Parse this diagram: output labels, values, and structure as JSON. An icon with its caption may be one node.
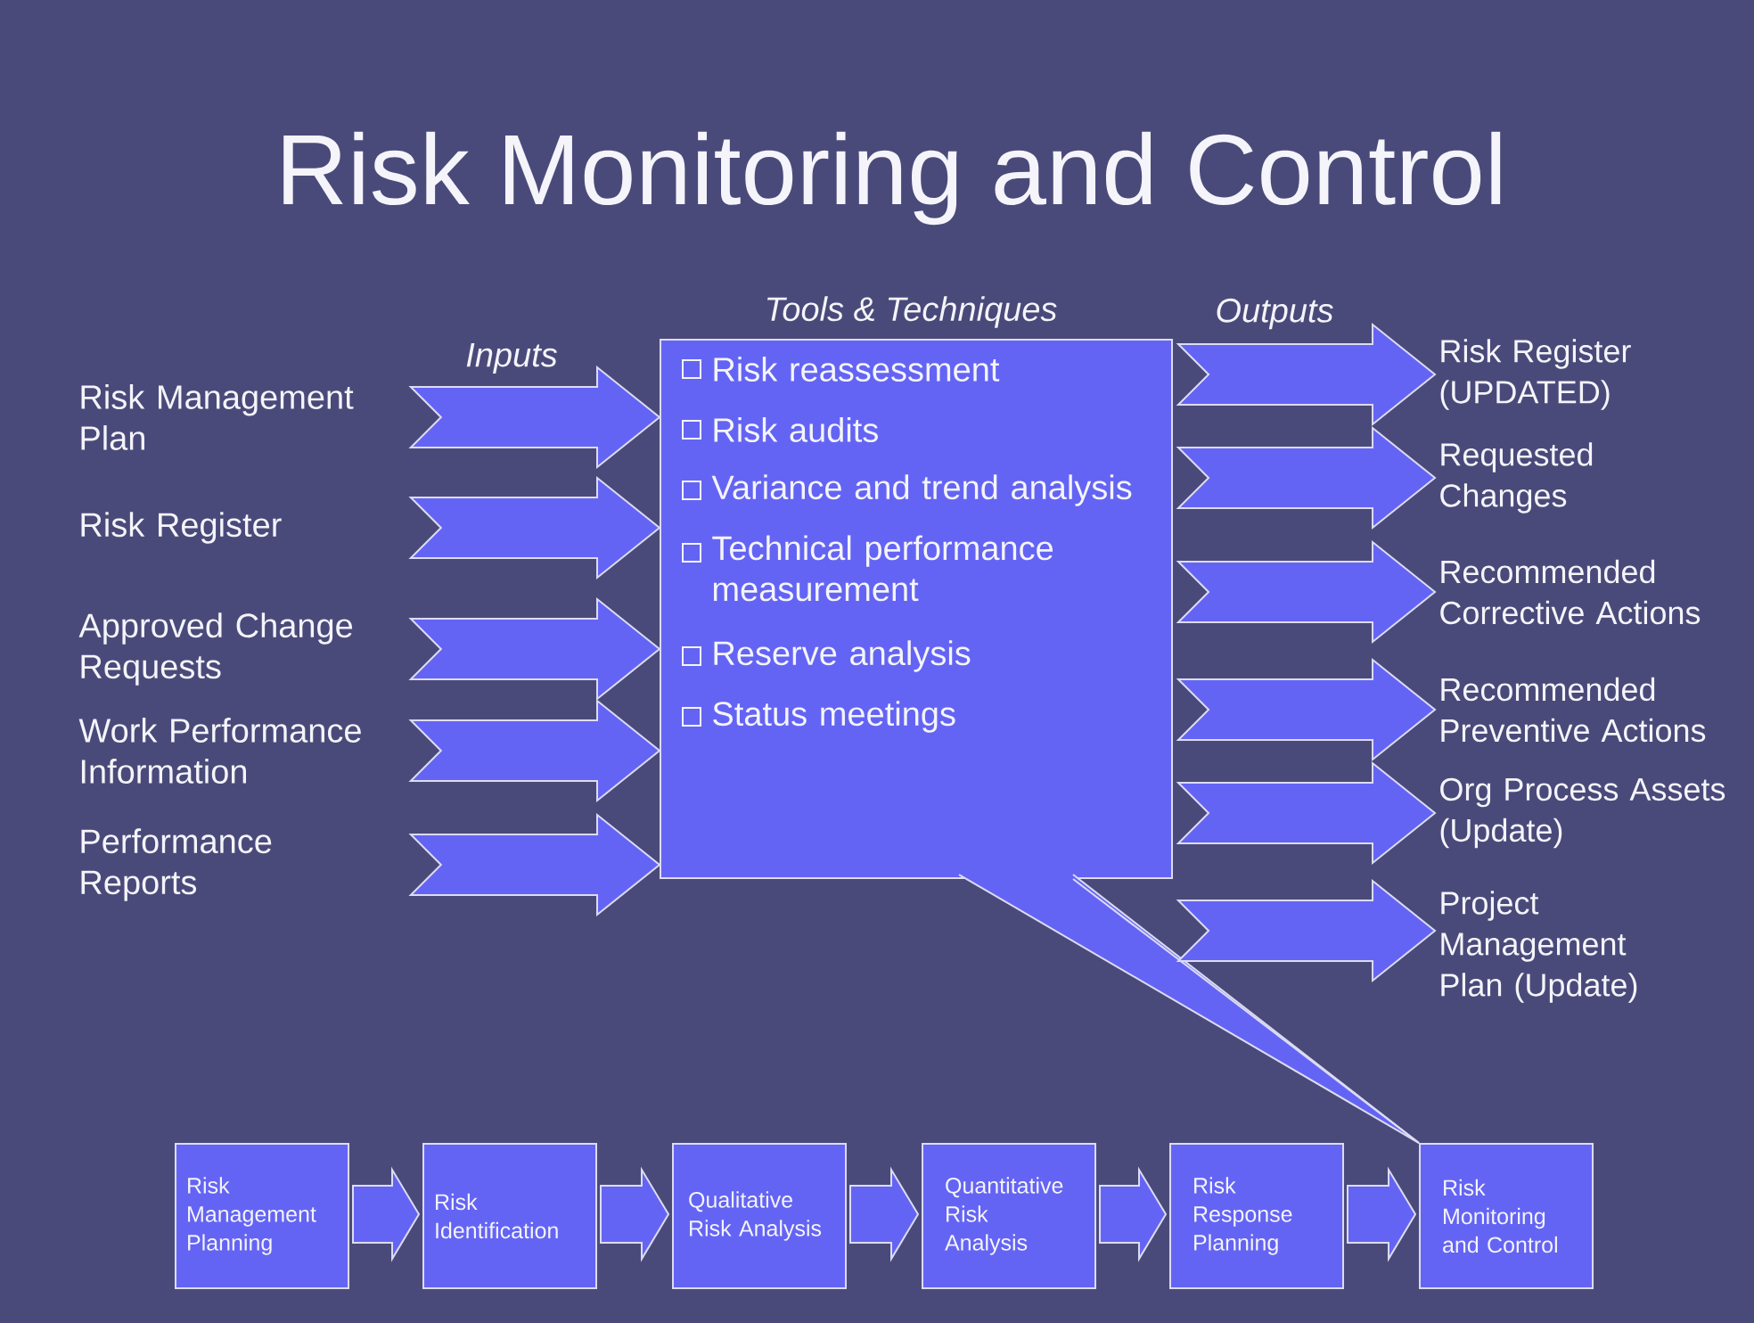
{
  "diagram": {
    "title": "Risk Monitoring and Control",
    "nodes": [
      {
        "text": [
          "Risk Management Plan"
        ]
      },
      {
        "text": [
          "Risk Register"
        ]
      },
      {
        "text": [
          "Approved Change Requests"
        ]
      },
      {
        "text": [
          "Work Performance Information"
        ]
      },
      {
        "text": [
          "Performance Reports"
        ]
      },
      {
        "text": [
          "Tools & Techniques",
          "Risk reassessment",
          "Risk audits",
          "Variance and trend analysis",
          "Technical performance measurement",
          "Reserve analysis",
          "Status meetings"
        ]
      },
      {
        "text": [
          "Risk Register (UPDATED)"
        ]
      },
      {
        "text": [
          "Requested Changes"
        ]
      },
      {
        "text": [
          "Recommended Corrective Actions"
        ]
      },
      {
        "text": [
          "Recommended Preventive Actions"
        ]
      },
      {
        "text": [
          "Org Process Assets (Update)"
        ]
      },
      {
        "text": [
          "Project Management Plan (Update)"
        ]
      },
      {
        "text": [
          "Risk Management Planning"
        ]
      },
      {
        "text": [
          "Risk Identification"
        ]
      },
      {
        "text": [
          "Qualitative Risk Analysis"
        ]
      },
      {
        "text": [
          "Quantitative Risk Analysis"
        ]
      },
      {
        "text": [
          "Risk Response Planning"
        ]
      },
      {
        "text": [
          "Risk Monitoring and Control"
        ]
      }
    ],
    "edges": [
      {
        "from": 0,
        "to": 5,
        "arrow": "to"
      },
      {
        "from": 1,
        "to": 5,
        "arrow": "to"
      },
      {
        "from": 2,
        "to": 5,
        "arrow": "to"
      },
      {
        "from": 3,
        "to": 5,
        "arrow": "to"
      },
      {
        "from": 4,
        "to": 5,
        "arrow": "to"
      },
      {
        "from": 5,
        "to": 6,
        "arrow": "to"
      },
      {
        "from": 5,
        "to": 7,
        "arrow": "to"
      },
      {
        "from": 5,
        "to": 8,
        "arrow": "to"
      },
      {
        "from": 5,
        "to": 9,
        "arrow": "to"
      },
      {
        "from": 5,
        "to": 10,
        "arrow": "to"
      },
      {
        "from": 5,
        "to": 11,
        "arrow": "to"
      },
      {
        "from": 12,
        "to": 13,
        "arrow": "to"
      },
      {
        "from": 13,
        "to": 14,
        "arrow": "to"
      },
      {
        "from": 14,
        "to": 15,
        "arrow": "to"
      },
      {
        "from": 15,
        "to": 16,
        "arrow": "to"
      },
      {
        "from": 16,
        "to": 17,
        "arrow": "to"
      },
      {
        "from": 5,
        "to": 17,
        "arrow": "none"
      }
    ],
    "labels": [
      "Inputs",
      "Outputs"
    ]
  }
}
